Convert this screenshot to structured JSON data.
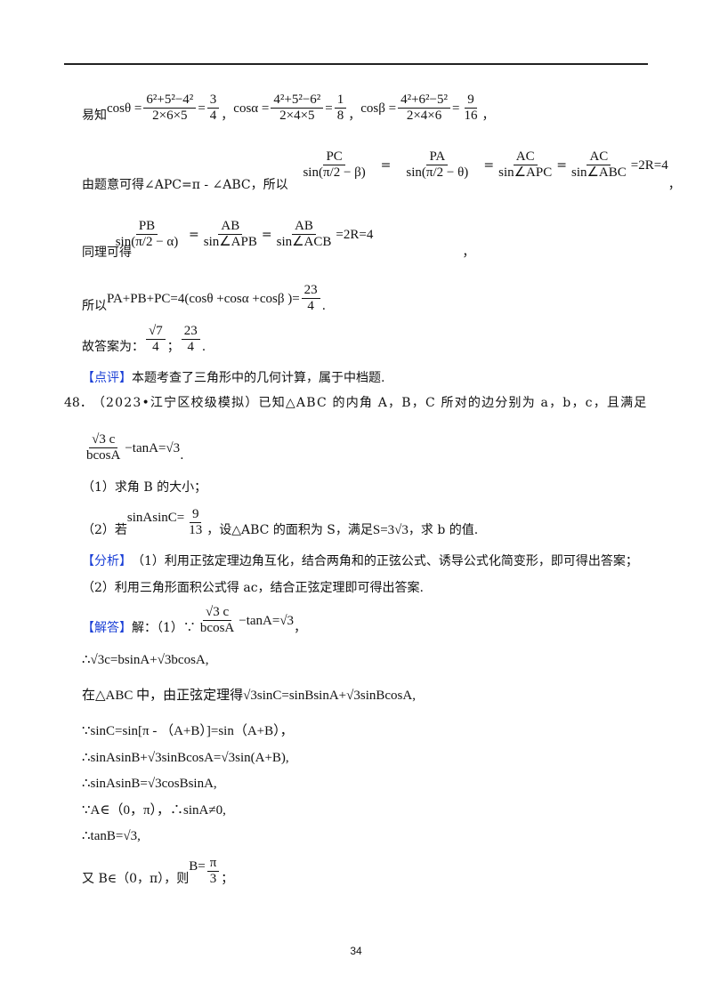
{
  "l1": {
    "label": "易知",
    "a": "cosθ =",
    "a_num": "6²+5²−4²",
    "a_den": "2×6×5",
    "a_eq": "=",
    "a_rn": "3",
    "a_rd": "4",
    "sep1": "，",
    "b": "cosα =",
    "b_num": "4²+5²−6²",
    "b_den": "2×4×5",
    "b_eq": "=",
    "b_rn": "1",
    "b_rd": "8",
    "sep2": "，",
    "c": "cosβ =",
    "c_num": "4²+6²−5²",
    "c_den": "2×4×6",
    "c_eq": "=",
    "c_rn": "9",
    "c_rd": "16",
    "end": "，"
  },
  "l2": {
    "label": "由题意可得∠APC=π - ∠ABC，所以",
    "f1n": "PC",
    "f1d": "sin(π/2 − β)",
    "f2n": "PA",
    "f2d": "sin(π/2 − θ)",
    "f3n": "AC",
    "f3d": "sin∠APC",
    "f4n": "AC",
    "f4d": "sin∠ABC",
    "tail": "=2R=4",
    "end": "，"
  },
  "l3": {
    "label": "同理可得",
    "f1n": "PB",
    "f1d": "sin(π/2 − α)",
    "f2n": "AB",
    "f2d": "sin∠APB",
    "f3n": "AB",
    "f3d": "sin∠ACB",
    "tail": "=2R=4",
    "end": "，"
  },
  "l4": {
    "label": "所以",
    "expr": "PA+PB+PC=4(cosθ +cosα +cosβ )=",
    "rn": "23",
    "rd": "4",
    "end": "."
  },
  "l5": {
    "label": "故答案为：",
    "f1n": "√7",
    "f1d": "4",
    "sep": "；",
    "f2n": "23",
    "f2d": "4",
    "end": "."
  },
  "review": {
    "tag": "【点评】",
    "text": "本题考查了三角形中的几何计算，属于中档题."
  },
  "q48": {
    "num": "48．",
    "text": "（2023•江宁区校级模拟）已知△ABC 的内角 A，B，C 所对的边分别为 a，b，c，且满足"
  },
  "cond": {
    "num": "√3 c",
    "den": "bcosA",
    "tail": "−tanA=√3",
    "end": "."
  },
  "p1": "（1）求角 B 的大小；",
  "p2": {
    "label": "（2）若",
    "expr": "sinAsinC=",
    "fn": "9",
    "fd": "13",
    "text": "，设△ABC 的面积为 S，满足",
    "s": "S=3√3",
    "end": "，求 b 的值."
  },
  "analysis": {
    "tag": "【分析】",
    "text1": "（1）利用正弦定理边角互化，结合两角和的正弦公式、诱导公式化简变形，即可得出答案；",
    "text2": "（2）利用三角形面积公式得 ac，结合正弦定理即可得出答案."
  },
  "solution": {
    "tag": "【解答】",
    "label": "解：（1）∵",
    "num": "√3 c",
    "den": "bcosA",
    "tail": "−tanA=√3",
    "end": "，"
  },
  "steps": [
    "∴√3c=bsinA+√3bcosA,",
    "在△ABC 中，由正弦定理得√3sinC=sinBsinA+√3sinBcosA,",
    "∵sinC=sin[π - （A+B）]=sin（A+B），",
    "∴sinAsinB+√3sinBcosA=√3sin(A+B),",
    "∴sinAsinB=√3cosBsinA,",
    "∵A∈（0，π），∴sinA≠0,",
    "∴tanB=√3,"
  ],
  "last": {
    "label": "又 B∈（0，π），则",
    "expr": "B=",
    "fn": "π",
    "fd": "3",
    "end": "；"
  },
  "page_number": "34"
}
